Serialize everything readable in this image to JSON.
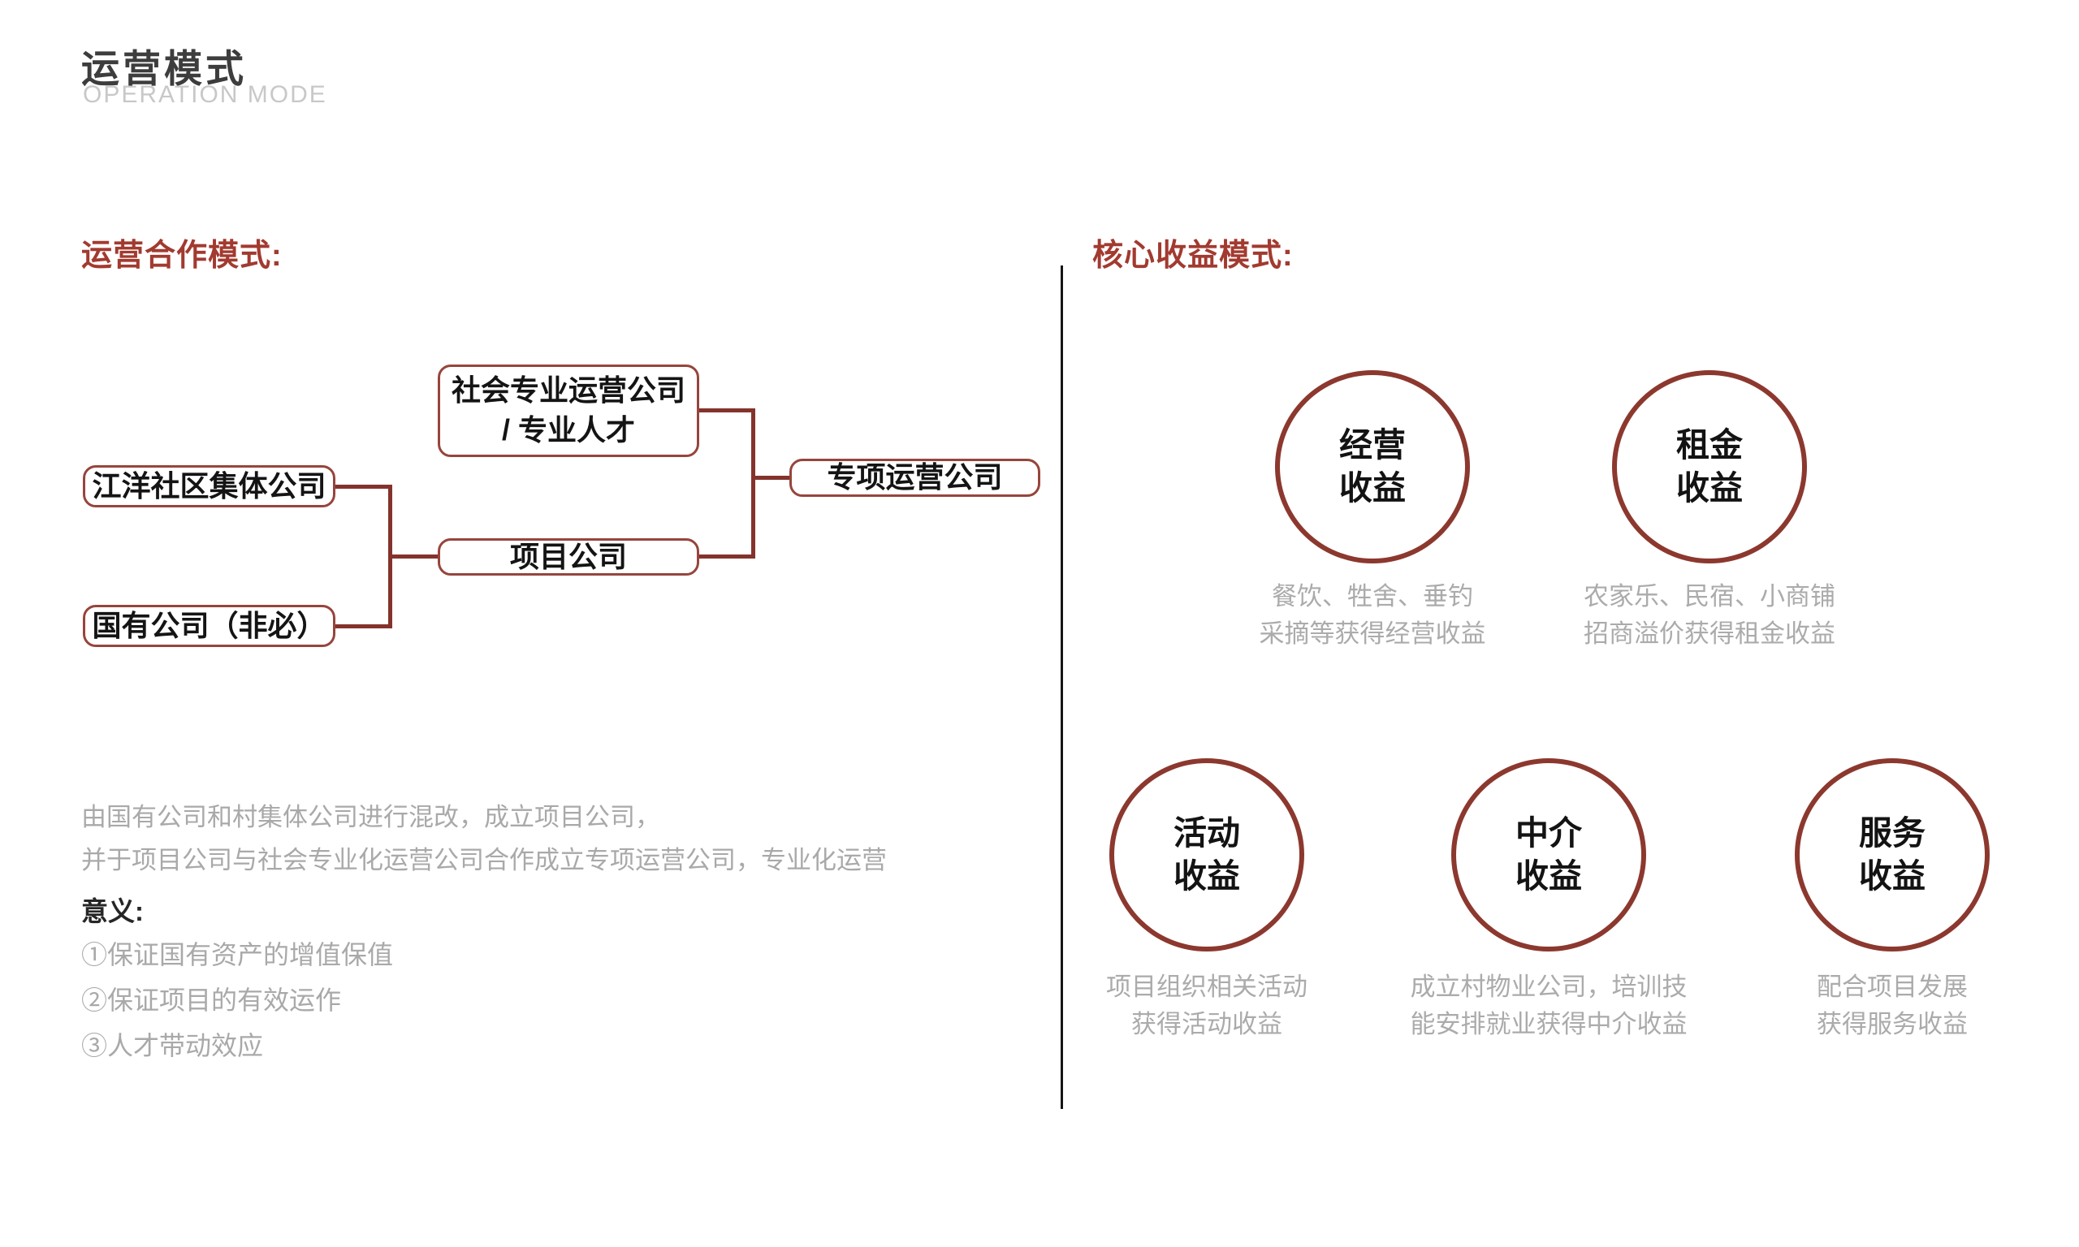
{
  "page": {
    "title": "运营模式",
    "subtitle": "OPERATION MODE"
  },
  "colors": {
    "accent_red": "#a23a30",
    "box_border_red": "#96453c",
    "connector_red": "#84332c",
    "circle_ring_red": "#8c382e",
    "title_dark": "#3d3d3d",
    "subtitle_gray": "#c8c8c8",
    "body_gray": "#a9a9a9",
    "divider_black": "#151515"
  },
  "left": {
    "heading": "运营合作模式:",
    "flowchart": {
      "jiangyang": "江洋社区集体公司",
      "guoyou": "国有公司（非必）",
      "shehui_line1": "社会专业运营公司",
      "shehui_line2": "/ 专业人才",
      "xiangmu": "项目公司",
      "zhuanxiang": "专项运营公司"
    },
    "description_lines": [
      "由国有公司和村集体公司进行混改，成立项目公司，",
      "并于项目公司与社会专业化运营公司合作成立专项运营公司，专业化运营"
    ],
    "significance": {
      "label": "意义:",
      "items": [
        "①保证国有资产的增值保值",
        "②保证项目的有效运作",
        "③人才带动效应"
      ]
    }
  },
  "right": {
    "heading": "核心收益模式:",
    "revenue_items": [
      {
        "name": "经营收益",
        "title_line1": "经营",
        "title_line2": "收益",
        "desc_line1": "餐饮、牲舍、垂钓",
        "desc_line2": "采摘等获得经营收益"
      },
      {
        "name": "租金收益",
        "title_line1": "租金",
        "title_line2": "收益",
        "desc_line1": "农家乐、民宿、小商铺",
        "desc_line2": "招商溢价获得租金收益"
      },
      {
        "name": "活动收益",
        "title_line1": "活动",
        "title_line2": "收益",
        "desc_line1": "项目组织相关活动",
        "desc_line2": "获得活动收益"
      },
      {
        "name": "中介收益",
        "title_line1": "中介",
        "title_line2": "收益",
        "desc_line1": "成立村物业公司，培训技",
        "desc_line2": "能安排就业获得中介收益"
      },
      {
        "name": "服务收益",
        "title_line1": "服务",
        "title_line2": "收益",
        "desc_line1": "配合项目发展",
        "desc_line2": "获得服务收益"
      }
    ]
  }
}
